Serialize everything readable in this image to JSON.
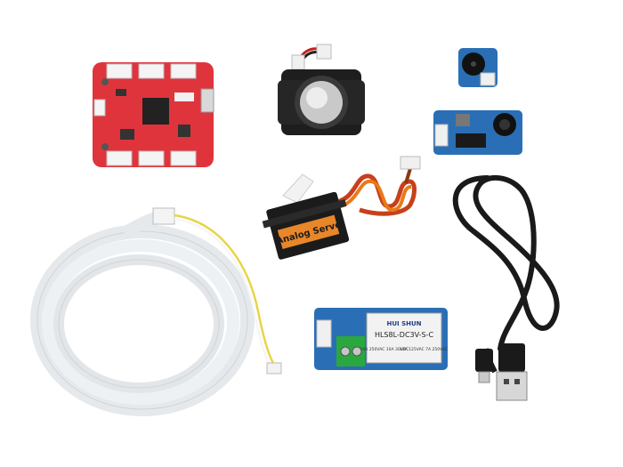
{
  "products": {
    "mainboard": {
      "name": "Wio Link board",
      "color": "#e0343c"
    },
    "speaker": {
      "name": "speaker"
    },
    "buzzer": {
      "name": "buzzer module",
      "color": "#2a6fb5"
    },
    "sound_sensor": {
      "name": "sound sensor module",
      "color": "#2a6fb5"
    },
    "servo": {
      "name": "analog servo",
      "label": "Analog Servo"
    },
    "led_strip": {
      "name": "LED strip"
    },
    "usb_cable": {
      "name": "micro USB cable"
    },
    "relay": {
      "name": "relay module",
      "brand": "HUI SHUN",
      "model": "HLS8L-DC3V-S-C",
      "rating_left": "10A 250VAC 10A 30VDC",
      "rating_right": "10A 125VAC 7A 250VAC",
      "color": "#2a6fb5"
    }
  }
}
